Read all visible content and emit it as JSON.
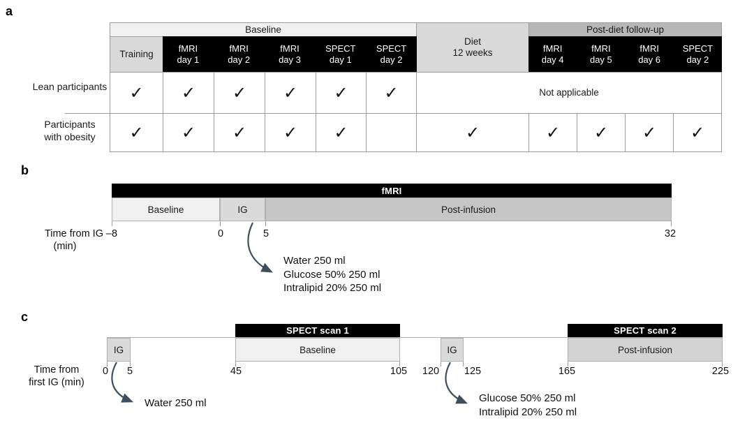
{
  "palette": {
    "bar_black": "#000000",
    "light_gray": "#f0f0f0",
    "mid_gray": "#d9d9d9",
    "followup_header_gray": "#b7b7b7",
    "post_infusion_gray": "#c6c6c6",
    "arrow_color": "#3e4e5e"
  },
  "panel_a": {
    "label": "a",
    "baseline_header": "Baseline",
    "followup_header": "Post-diet follow-up",
    "training_header": "Training",
    "diet_l1": "Diet",
    "diet_l2": "12 weeks",
    "cols_baseline": [
      {
        "l1": "fMRI",
        "l2": "day 1"
      },
      {
        "l1": "fMRI",
        "l2": "day 2"
      },
      {
        "l1": "fMRI",
        "l2": "day 3"
      },
      {
        "l1": "SPECT",
        "l2": "day 1"
      },
      {
        "l1": "SPECT",
        "l2": "day 2"
      }
    ],
    "cols_followup": [
      {
        "l1": "fMRI",
        "l2": "day 4"
      },
      {
        "l1": "fMRI",
        "l2": "day 5"
      },
      {
        "l1": "fMRI",
        "l2": "day 6"
      },
      {
        "l1": "SPECT",
        "l2": "day 2"
      }
    ],
    "row_lean_label": "Lean participants",
    "row_obesity_label": "Participants with obesity",
    "not_applicable": "Not applicable",
    "lean_cells": [
      "✓",
      "✓",
      "✓",
      "✓",
      "✓",
      "✓"
    ],
    "obesity_cells_baseline": [
      "✓",
      "✓",
      "✓",
      "✓",
      "✓",
      ""
    ],
    "obesity_cell_diet": "✓",
    "obesity_cells_followup": [
      "✓",
      "✓",
      "✓",
      "✓"
    ]
  },
  "panel_b": {
    "label": "b",
    "bar_title": "fMRI",
    "seg_baseline": "Baseline",
    "seg_ig": "IG",
    "seg_post": "Post-infusion",
    "ticks": [
      "–8",
      "0",
      "5",
      "32"
    ],
    "axis_l1": "Time from IG",
    "axis_l2": "(min)",
    "annotation": [
      "Water 250 ml",
      "Glucose 50% 250 ml",
      "Intralipid 20% 250 ml"
    ]
  },
  "panel_c": {
    "label": "c",
    "bar1_title": "SPECT scan 1",
    "bar2_title": "SPECT scan 2",
    "ig1": "IG",
    "ig2": "IG",
    "seg_baseline": "Baseline",
    "seg_post": "Post-infusion",
    "ticks": [
      "0",
      "5",
      "45",
      "105",
      "120",
      "125",
      "165",
      "225"
    ],
    "axis_l1": "Time from",
    "axis_l2": "first IG (min)",
    "annotation1": "Water 250 ml",
    "annotation2": [
      "Glucose 50% 250 ml",
      "Intralipid 20% 250 ml"
    ]
  }
}
